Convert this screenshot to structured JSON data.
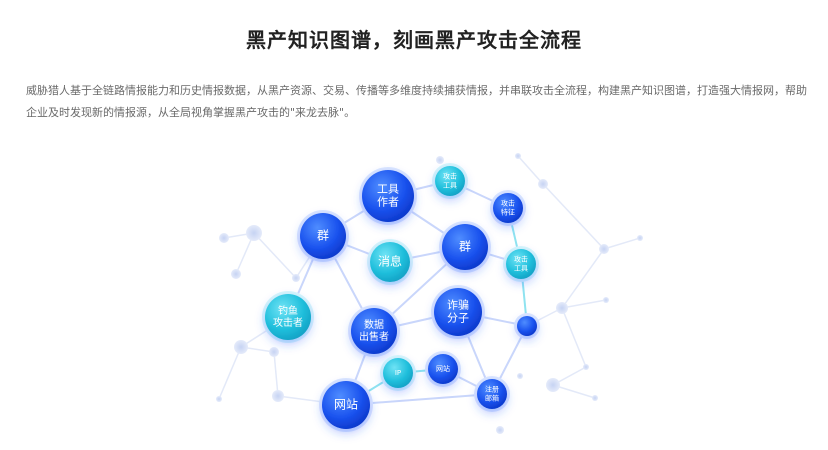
{
  "header": {
    "title": "黑产知识图谱，刻画黑产攻击全流程",
    "description": "威胁猎人基于全链路情报能力和历史情报数据，从黑产资源、交易、传播等多维度持续捕获情报，并串联攻击全流程，构建黑产知识图谱，打造强大情报网，帮助企业及时发现新的情报源，从全局视角掌握黑产攻击的\"来龙去脉\"。"
  },
  "graph": {
    "nodes": [
      {
        "id": "tool-author",
        "lines": [
          "工具",
          "作者"
        ],
        "style": "blue"
      },
      {
        "id": "attack-tool-1",
        "lines": [
          "攻击",
          "工具"
        ],
        "style": "cyan"
      },
      {
        "id": "attack-feature",
        "lines": [
          "攻击",
          "特征"
        ],
        "style": "blue"
      },
      {
        "id": "group-1",
        "lines": [
          "群"
        ],
        "style": "blue"
      },
      {
        "id": "message",
        "lines": [
          "消息"
        ],
        "style": "cyan"
      },
      {
        "id": "group-2",
        "lines": [
          "群"
        ],
        "style": "blue"
      },
      {
        "id": "attack-tool-2",
        "lines": [
          "攻击",
          "工具"
        ],
        "style": "cyan"
      },
      {
        "id": "phishing-attacker",
        "lines": [
          "钓鱼",
          "攻击者"
        ],
        "style": "cyan"
      },
      {
        "id": "data-seller",
        "lines": [
          "数据",
          "出售者"
        ],
        "style": "blue"
      },
      {
        "id": "fraud-member",
        "lines": [
          "诈骗",
          "分子"
        ],
        "style": "blue"
      },
      {
        "id": "blank-node",
        "lines": [],
        "style": "blue"
      },
      {
        "id": "ip",
        "lines": [
          "IP"
        ],
        "style": "cyan"
      },
      {
        "id": "site-small",
        "lines": [
          "网站"
        ],
        "style": "blue"
      },
      {
        "id": "reg-email",
        "lines": [
          "注册",
          "邮箱"
        ],
        "style": "blue"
      },
      {
        "id": "website",
        "lines": [
          "网站"
        ],
        "style": "blue"
      }
    ],
    "edges": [
      [
        "group-1",
        "tool-author"
      ],
      [
        "tool-author",
        "attack-tool-1"
      ],
      [
        "attack-tool-1",
        "attack-feature"
      ],
      [
        "tool-author",
        "group-2"
      ],
      [
        "attack-feature",
        "attack-tool-2"
      ],
      [
        "group-1",
        "message"
      ],
      [
        "message",
        "group-2"
      ],
      [
        "group-1",
        "phishing-attacker"
      ],
      [
        "group-1",
        "data-seller"
      ],
      [
        "group-2",
        "data-seller"
      ],
      [
        "group-2",
        "attack-tool-2"
      ],
      [
        "data-seller",
        "fraud-member"
      ],
      [
        "fraud-member",
        "blank-node"
      ],
      [
        "attack-tool-2",
        "blank-node"
      ],
      [
        "data-seller",
        "website"
      ],
      [
        "website",
        "ip"
      ],
      [
        "ip",
        "site-small"
      ],
      [
        "site-small",
        "reg-email"
      ],
      [
        "blank-node",
        "reg-email"
      ],
      [
        "website",
        "reg-email"
      ],
      [
        "fraud-member",
        "reg-email"
      ]
    ]
  }
}
